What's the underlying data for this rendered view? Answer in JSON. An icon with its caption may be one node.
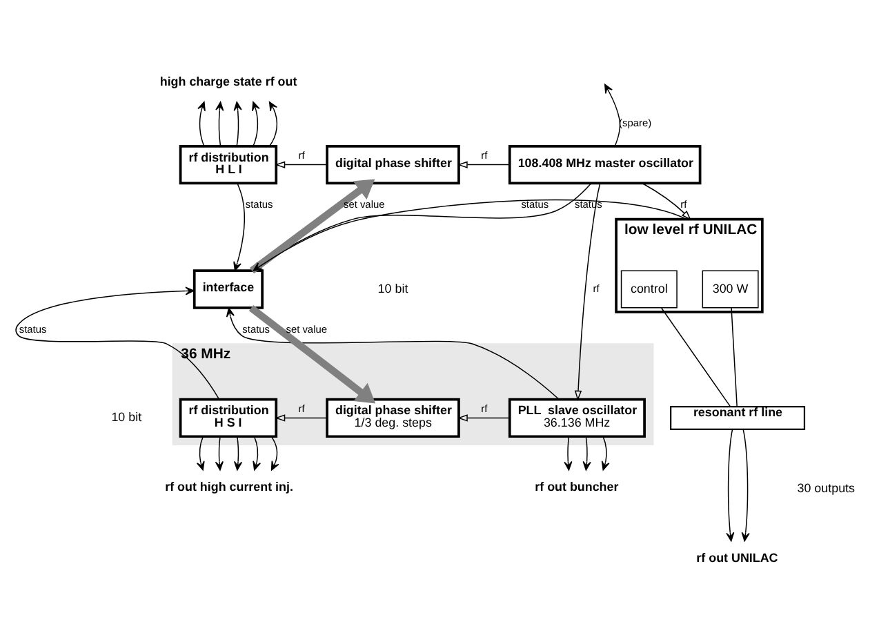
{
  "diagram": {
    "nodes": [
      {
        "text": [
          "36 MHz"
        ]
      },
      {
        "text": [
          "rf distribution",
          "H L I"
        ]
      },
      {
        "text": [
          "digital phase shifter"
        ]
      },
      {
        "text": [
          "108.408 MHz master oscillator"
        ]
      },
      {
        "text": [
          "interface"
        ]
      },
      {
        "text": [
          "low level rf UNILAC"
        ]
      },
      {
        "text": [
          "300 W"
        ],
        "in": 5
      },
      {
        "text": [
          "control"
        ],
        "in": 5
      },
      {
        "text": [
          "rf distribution",
          "H S I"
        ],
        "in": 0
      },
      {
        "text": [
          "digital phase shifter",
          "1/3 deg. steps"
        ],
        "in": 0
      },
      {
        "text": [
          "PLL  slave oscillator",
          "36.136 MHz"
        ],
        "in": 0
      },
      {
        "text": [
          "resonant rf line"
        ]
      },
      {
        "text": [
          "high charge state rf out"
        ]
      },
      {
        "text": [
          "rf out high current inj."
        ]
      },
      {
        "text": [
          "rf out buncher"
        ]
      },
      {
        "text": [
          "rf out UNILAC"
        ]
      }
    ],
    "edges": [
      {
        "from": 3,
        "to": 2,
        "arrow": "to",
        "label": "rf"
      },
      {
        "from": 2,
        "to": 1,
        "arrow": "to",
        "label": "rf"
      },
      {
        "from": 1,
        "to": 4,
        "arrow": "to",
        "label": "status"
      },
      {
        "from": 4,
        "to": 2,
        "arrow": "to",
        "label": "set value",
        "style": "thick",
        "color": "#808080"
      },
      {
        "from": 3,
        "to": 4,
        "arrow": "to",
        "label": "status"
      },
      {
        "from": 5,
        "to": 4,
        "arrow": "to",
        "label": "status"
      },
      {
        "from": 3,
        "to": 5,
        "arrow": "to",
        "label": "rf"
      },
      {
        "from": 3,
        "to": 10,
        "arrow": "to",
        "label": "rf"
      },
      {
        "from": 10,
        "to": 4,
        "arrow": "to",
        "label": "status"
      },
      {
        "from": 4,
        "to": 9,
        "arrow": "to",
        "label": "set value",
        "style": "thick",
        "color": "#808080"
      },
      {
        "from": 10,
        "to": 9,
        "arrow": "to",
        "label": "rf"
      },
      {
        "from": 9,
        "to": 8,
        "arrow": "to",
        "label": "rf"
      },
      {
        "from": 8,
        "to": 4,
        "arrow": "to",
        "label": "status"
      },
      {
        "from": 3,
        "to": null,
        "arrow": "to",
        "label": "(spare)"
      },
      {
        "from": 1,
        "to": 12,
        "arrow": "to"
      },
      {
        "from": 1,
        "to": 12,
        "arrow": "to"
      },
      {
        "from": 1,
        "to": 12,
        "arrow": "to"
      },
      {
        "from": 1,
        "to": 12,
        "arrow": "to"
      },
      {
        "from": 1,
        "to": 12,
        "arrow": "to"
      },
      {
        "from": 8,
        "to": 13,
        "arrow": "to"
      },
      {
        "from": 8,
        "to": 13,
        "arrow": "to"
      },
      {
        "from": 8,
        "to": 13,
        "arrow": "to"
      },
      {
        "from": 8,
        "to": 13,
        "arrow": "to"
      },
      {
        "from": 8,
        "to": 13,
        "arrow": "to"
      },
      {
        "from": 10,
        "to": 14,
        "arrow": "to"
      },
      {
        "from": 10,
        "to": 14,
        "arrow": "to"
      },
      {
        "from": 10,
        "to": 14,
        "arrow": "to"
      },
      {
        "from": 6,
        "to": 11,
        "arrow": "none"
      },
      {
        "from": 7,
        "to": 11,
        "arrow": "none"
      },
      {
        "from": 11,
        "to": 15,
        "arrow": "to"
      },
      {
        "from": 11,
        "to": 15,
        "arrow": "to"
      }
    ],
    "labels": [
      "10 bit",
      "10 bit",
      "30 outputs"
    ]
  }
}
